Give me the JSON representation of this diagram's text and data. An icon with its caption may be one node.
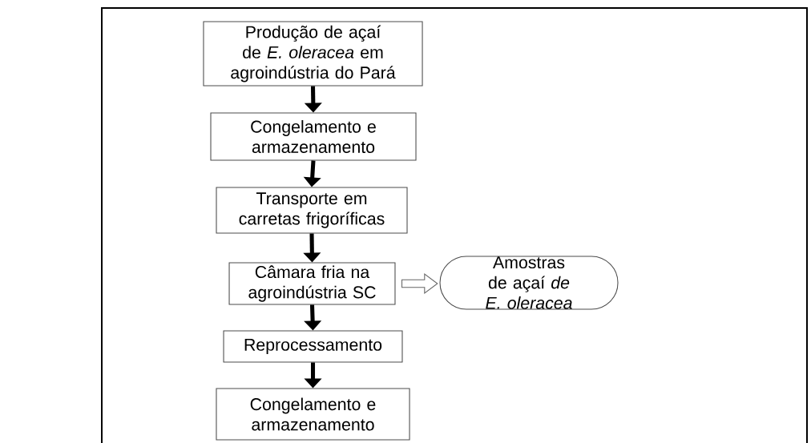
{
  "diagram": {
    "nodes": [
      {
        "text": [
          "Produção de açaí de *E. oleracea* em agroindústria do Pará"
        ]
      },
      {
        "text": [
          "Congelamento e armazenamento"
        ]
      },
      {
        "text": [
          "Transporte em carretas frigoríficas"
        ]
      },
      {
        "text": [
          "Câmara fria na agroindústria SC"
        ]
      },
      {
        "text": [
          "Reprocessamento"
        ]
      },
      {
        "text": [
          "Congelamento e armazenamento"
        ]
      },
      {
        "text": [
          "Amostras de açaí *de E. oleracea*"
        ]
      }
    ],
    "edges": [
      {
        "from": 0,
        "to": 1,
        "arrow": "to"
      },
      {
        "from": 1,
        "to": 2,
        "arrow": "to"
      },
      {
        "from": 2,
        "to": 3,
        "arrow": "to"
      },
      {
        "from": 3,
        "to": 4,
        "arrow": "to"
      },
      {
        "from": 4,
        "to": 5,
        "arrow": "to"
      },
      {
        "from": 3,
        "to": 6,
        "arrow": "to"
      }
    ]
  }
}
